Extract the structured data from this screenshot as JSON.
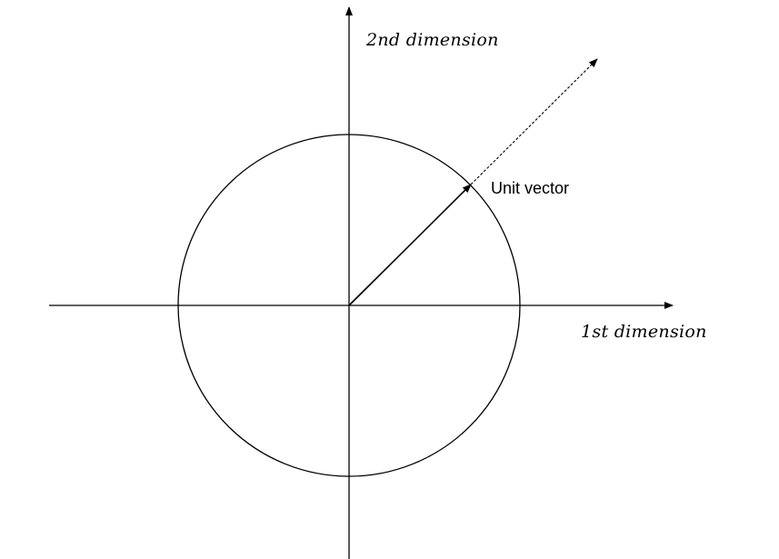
{
  "diagram": {
    "labels": {
      "y_axis": "2nd dimension",
      "x_axis": "1st dimension",
      "vector": "Unit vector"
    },
    "colors": {
      "stroke": "#000000",
      "background": "#ffffff"
    }
  }
}
